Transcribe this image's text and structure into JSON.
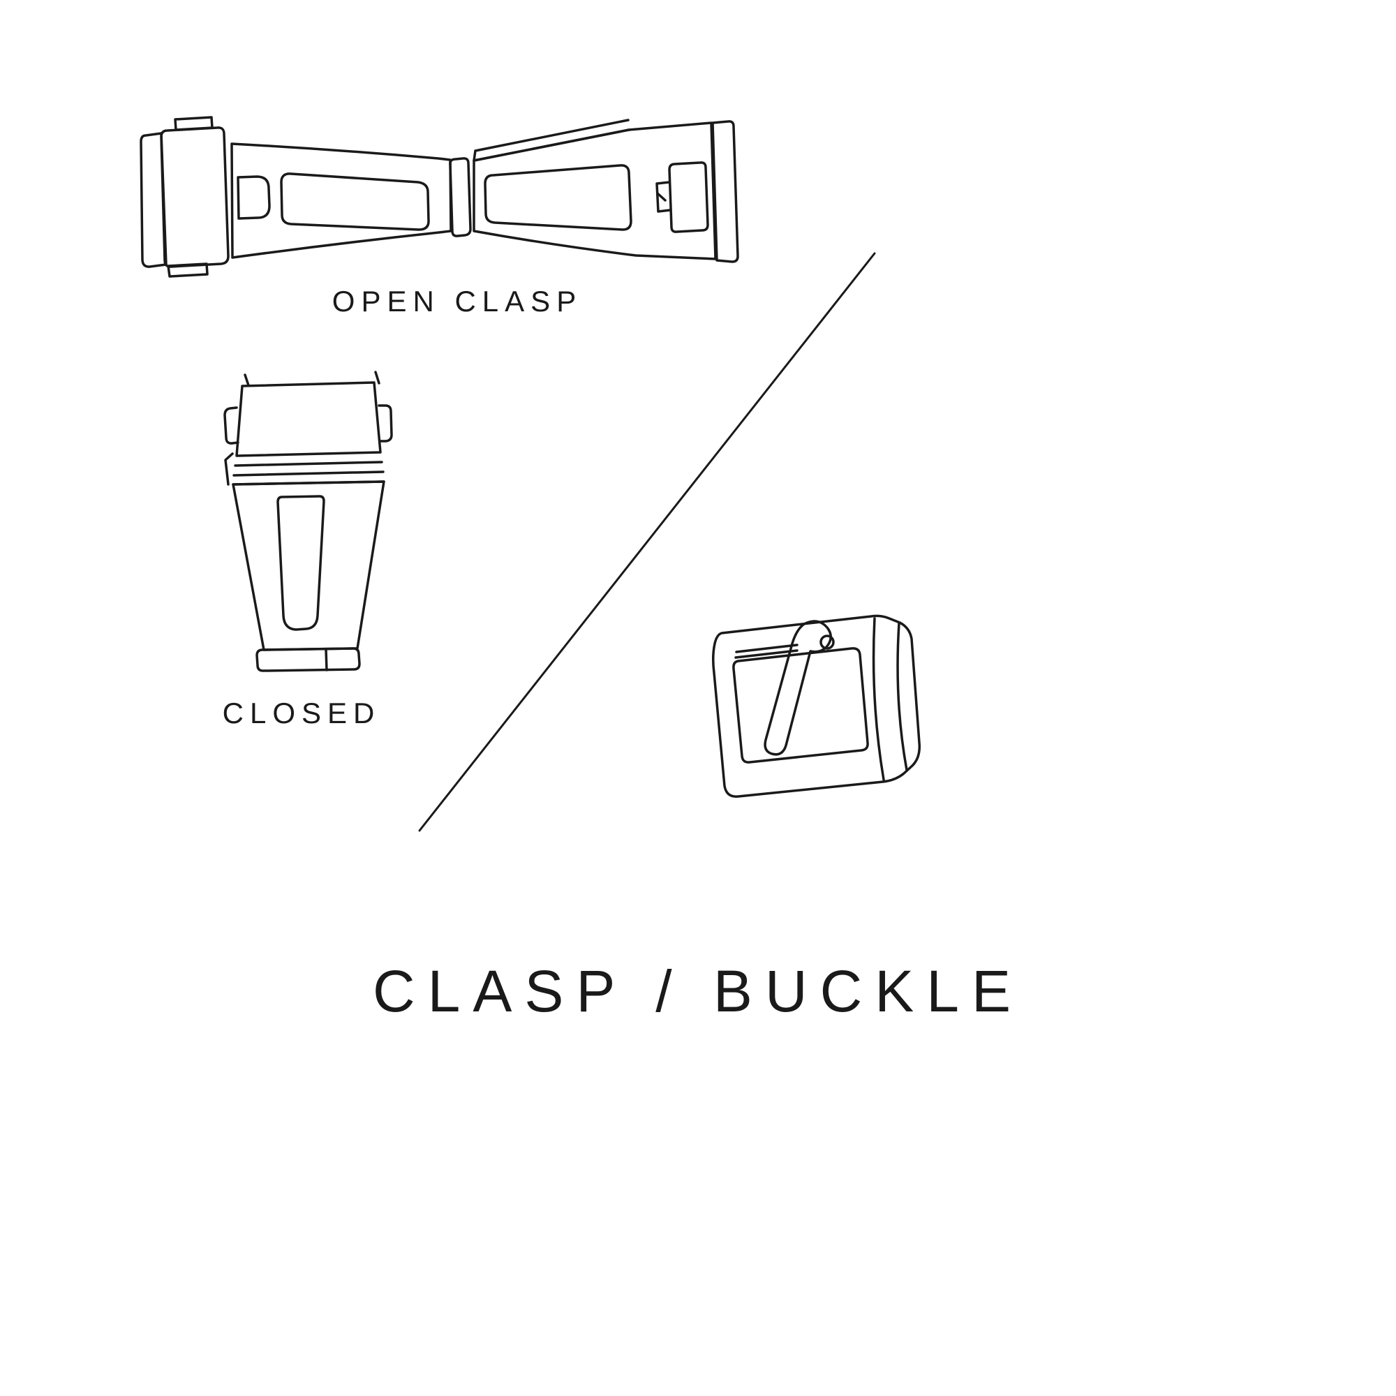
{
  "diagram": {
    "title": "CLASP / BUCKLE",
    "labels": {
      "open_clasp": "OPEN CLASP",
      "closed": "CLOSED"
    },
    "colors": {
      "background": "#ffffff",
      "line": "#1a1a1a",
      "text": "#1a1a1a"
    },
    "illustrations": [
      "open-clasp",
      "closed-clasp",
      "tang-buckle",
      "divider-line"
    ]
  }
}
